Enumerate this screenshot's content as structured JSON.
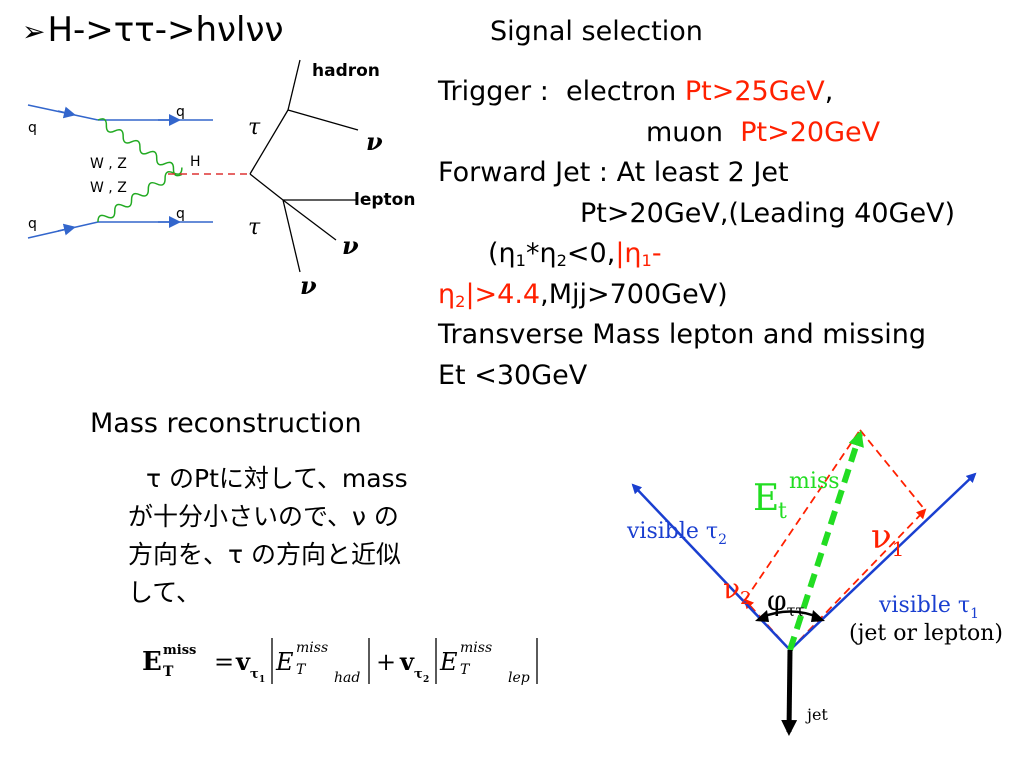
{
  "title": {
    "bullet": "➢",
    "text": "H->ττ->hνlνν"
  },
  "feynman": {
    "q_top_left": "q",
    "q_top_right": "q",
    "q_bottom_left": "q",
    "q_bottom_right": "q",
    "boson_1": "W , Z",
    "boson_2": "W , Z",
    "higgs": "H",
    "tau_upper": "τ",
    "tau_lower": "τ",
    "hadron": "hadron",
    "lepton": "lepton",
    "nu_1": "ν",
    "nu_2": "ν",
    "nu_3": "ν"
  },
  "signal": {
    "heading": "Signal selection",
    "trigger_label": "Trigger :",
    "trigger_electron": "electron",
    "trigger_electron_cut": "Pt>25GeV",
    "comma": ",",
    "trigger_muon": "muon",
    "trigger_muon_cut": "Pt>20GeV",
    "forward_jet": "Forward Jet : At least 2 Jet",
    "jet_pt": "Pt>20GeV,(Leading 40GeV)",
    "eta_open": "(",
    "eta_sym": "η",
    "sub1": "1",
    "sub2": "2",
    "eta_product_rest": "<0,",
    "abs_bar": "|",
    "dash": "-",
    "eta_diff_cut": "|>4.4",
    "mjj": ",Mjj>700GeV)",
    "mt_line1": "Transverse Mass lepton and missing",
    "mt_line2": "Et <30GeV"
  },
  "mass": {
    "heading": "Mass reconstruction",
    "line1": "τ のPtに対して、mass",
    "line2": "が十分小さいので、ν の",
    "line3": "方向を、τ の方向と近似",
    "line4": "して、"
  },
  "vector": {
    "etmiss_E": "E",
    "etmiss_sub": "t",
    "etmiss_sup": "miss",
    "visible_tau2": "visible τ",
    "visible_tau2_sub": "2",
    "visible_tau1": "visible τ",
    "visible_tau1_sub": "1",
    "jet_or_lepton": "(jet or lepton)",
    "nu": "ν",
    "nu_sub1": "1",
    "nu_sub2": "2",
    "phi": "φ",
    "phi_sub": "ττ",
    "jet": "jet"
  },
  "formula": {
    "E": "E",
    "T": "T",
    "miss": "miss",
    "equals": "=",
    "v": "v",
    "tau": "τ",
    "one": "1",
    "two": "2",
    "plus": "+",
    "had": "had",
    "lep": "lep"
  },
  "colors": {
    "line_blue": "#1a3fd0",
    "feyn_blue": "#3366cc",
    "red": "#ff2000",
    "green": "#22dd22",
    "boson_green": "#22aa22",
    "higgs_red": "#dd3333"
  }
}
